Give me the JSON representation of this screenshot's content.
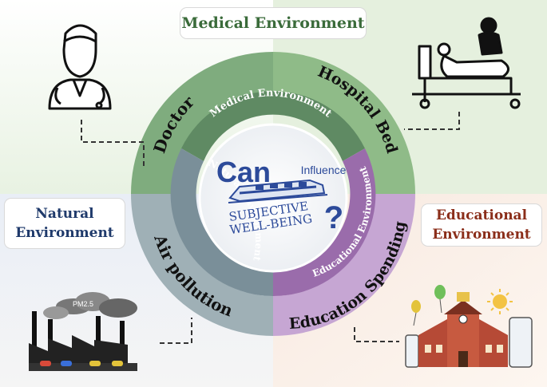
{
  "quadrants": {
    "medical_environment": {
      "title": "Medical Environment",
      "indicator": "Doctor",
      "indicator_2": "Hospital Bed",
      "inner_label": "Medical Environment",
      "color": "#5f8a63"
    },
    "natural_environment": {
      "title_line1": "Natural",
      "title_line2": "Environment",
      "indicator": "Air pollution",
      "inner_label": "Natural Environment",
      "smog_label": "PM2.5",
      "color": "#7a8f99"
    },
    "educational_environment": {
      "title_line1": "Educational",
      "title_line2": "Environment",
      "indicator": "Education Spending",
      "inner_label": "Educational Environment",
      "color": "#9a6cab"
    }
  },
  "center": {
    "word_can": "Can",
    "word_influence": "Influence",
    "line1": "SUBJECTIVE",
    "line2": "WELL-BEING",
    "question_mark": "?"
  },
  "icons": [
    "doctor-icon",
    "hospital-bed-icon",
    "factory-smog-icon",
    "school-icon",
    "balloon-icon",
    "sun-icon"
  ]
}
